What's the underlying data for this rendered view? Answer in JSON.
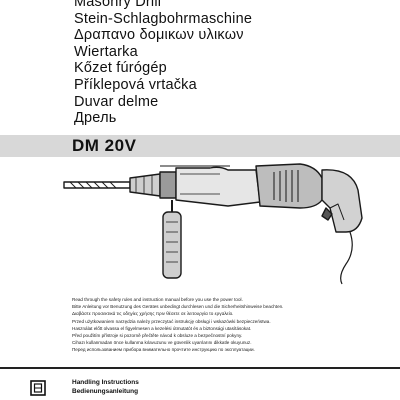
{
  "titles": [
    "Masonry Drill",
    "Stein-Schlagbohrmaschine",
    "Δραπανο δομικων υλικων",
    "Wiertarka",
    "Kőzet fúrógép",
    "Příklepová vrtačka",
    "Duvar delme",
    "Дрель"
  ],
  "model": "DM 20V",
  "warnings": [
    "Read through the safety rules and instruction manual before you use the power tool.",
    "Bitte Anleitung vor Benutzung des Gerätes unbedingt durchlesen und die Sicherheitshinweise beachten.",
    "Διαβάστε προσεκτικά τις οδηγίες χρήσης πριν θέσετε σε λειτουργία το εργαλείο.",
    "Przed użytkowaniem narzędzia należy przeczytać instrukcję obsługi i wskazówki bezpieczeństwa.",
    "Használat előtt olvassa el figyelmesen a kezelési útmutatót és a biztonsági utasításokat.",
    "Před použitím přístroje si pozorně přečtěte návod k obsluze a bezpečnostní pokyny.",
    "Cihazı kullanmadan önce kullanma kılavuzunu ve güvenlik uyarılarını dikkatle okuyunuz.",
    "Перед использованием прибора внимательно прочтите инструкцию по эксплуатации."
  ],
  "footer": {
    "icon": "book-icon",
    "lines": [
      "Handling Instructions",
      "Bedienungsanleitung"
    ]
  },
  "colors": {
    "band": "#d8d8d8",
    "text": "#111111"
  }
}
